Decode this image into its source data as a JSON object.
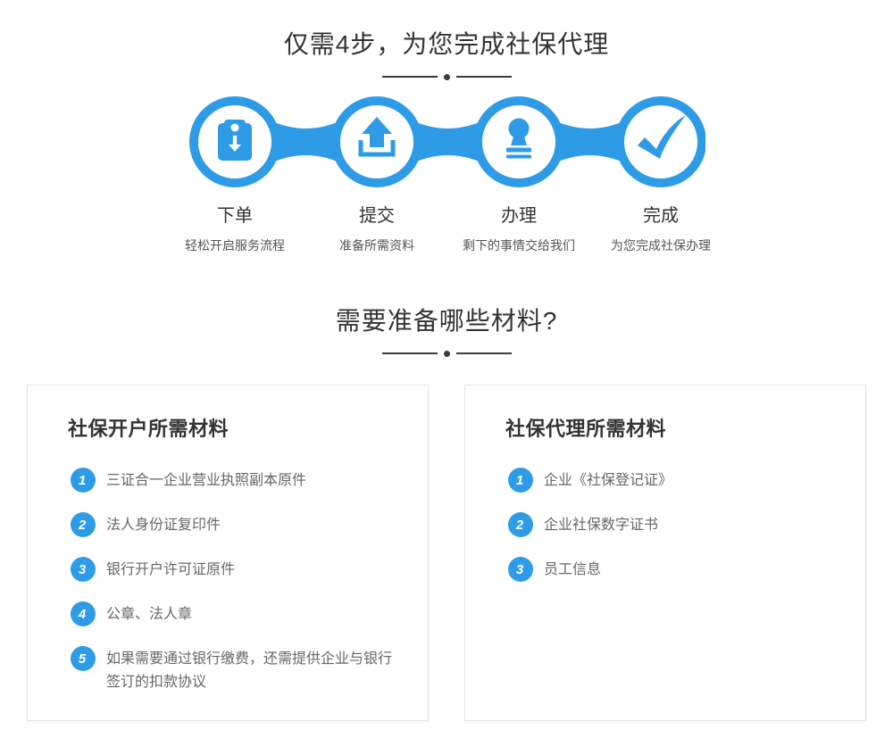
{
  "colors": {
    "accent_blue": "#2e9be6",
    "title_text": "#333333",
    "body_text": "#666666",
    "divider": "#3b3b3b",
    "card_border": "#e4e4e4"
  },
  "process": {
    "title": "仅需4步，为您完成社保代理",
    "steps": [
      {
        "icon": "clipboard-arrow-down-icon",
        "name": "下单",
        "desc": "轻松开启服务流程"
      },
      {
        "icon": "upload-icon",
        "name": "提交",
        "desc": "准备所需资料"
      },
      {
        "icon": "stamp-icon",
        "name": "办理",
        "desc": "剩下的事情交给我们"
      },
      {
        "icon": "checkmark-icon",
        "name": "完成",
        "desc": "为您完成社保办理"
      }
    ]
  },
  "materials": {
    "title": "需要准备哪些材料?",
    "cards": [
      {
        "title": "社保开户所需材料",
        "items": [
          {
            "num": "1",
            "text": "三证合一企业营业执照副本原件"
          },
          {
            "num": "2",
            "text": "法人身份证复印件"
          },
          {
            "num": "3",
            "text": "银行开户许可证原件"
          },
          {
            "num": "4",
            "text": "公章、法人章"
          },
          {
            "num": "5",
            "text": "如果需要通过银行缴费，还需提供企业与银行签订的扣款协议"
          }
        ]
      },
      {
        "title": "社保代理所需材料",
        "items": [
          {
            "num": "1",
            "text": "企业《社保登记证》"
          },
          {
            "num": "2",
            "text": "企业社保数字证书"
          },
          {
            "num": "3",
            "text": "员工信息"
          }
        ]
      }
    ]
  }
}
